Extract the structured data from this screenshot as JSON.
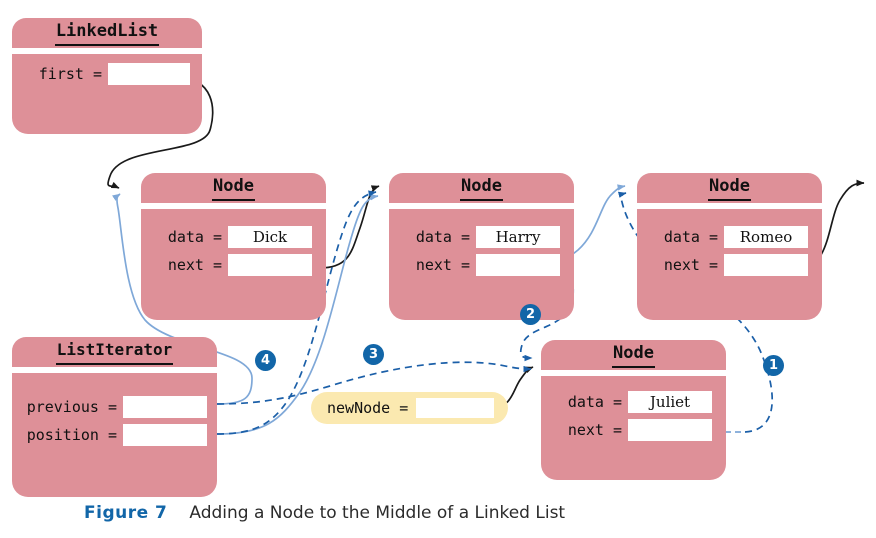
{
  "figure": {
    "number_label": "Figure 7",
    "caption": "Adding a Node to the Middle of a Linked List"
  },
  "colors": {
    "box_fill": "#DE9098",
    "variable_fill": "#FBE9B0",
    "marker_blue": "#1266A8",
    "new_pointer_blue": "#1B5FA8",
    "old_pointer_blue": "#7FA8D8",
    "pointer_black": "#1a1a1a",
    "caption_accent": "#1266A8",
    "background": "#ffffff"
  },
  "objects": {
    "linked_list": {
      "class_name": "LinkedList",
      "fields": [
        {
          "label": "first =",
          "value": ""
        }
      ]
    },
    "node_dick": {
      "class_name": "Node",
      "fields": [
        {
          "label": "data =",
          "value": "Dick"
        },
        {
          "label": "next =",
          "value": ""
        }
      ]
    },
    "node_harry": {
      "class_name": "Node",
      "fields": [
        {
          "label": "data =",
          "value": "Harry"
        },
        {
          "label": "next =",
          "value": ""
        }
      ]
    },
    "node_romeo": {
      "class_name": "Node",
      "fields": [
        {
          "label": "data =",
          "value": "Romeo"
        },
        {
          "label": "next =",
          "value": ""
        }
      ]
    },
    "node_juliet": {
      "class_name": "Node",
      "fields": [
        {
          "label": "data =",
          "value": "Juliet"
        },
        {
          "label": "next =",
          "value": ""
        }
      ]
    },
    "list_iterator": {
      "class_name": "ListIterator",
      "fields": [
        {
          "label": "previous =",
          "value": ""
        },
        {
          "label": "position =",
          "value": ""
        }
      ]
    },
    "new_node_variable": {
      "label": "newNode =",
      "value": ""
    }
  },
  "step_markers": [
    {
      "id": "1",
      "label": "1"
    },
    {
      "id": "2",
      "label": "2"
    },
    {
      "id": "3",
      "label": "3"
    },
    {
      "id": "4",
      "label": "4"
    }
  ]
}
